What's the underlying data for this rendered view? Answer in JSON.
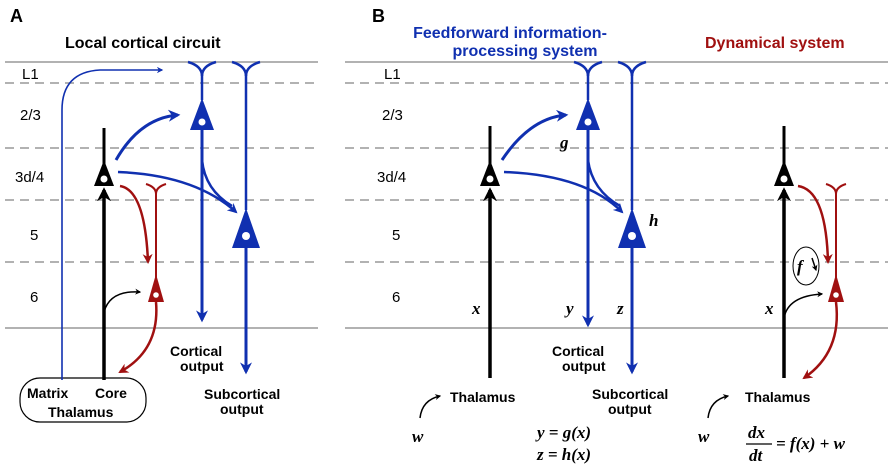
{
  "panel_a": {
    "letter": "A",
    "title": "Local cortical circuit",
    "layers": [
      "L1",
      "2/3",
      "3d/4",
      "5",
      "6"
    ],
    "cortical_output": [
      "Cortical",
      "output"
    ],
    "subcortical_output": [
      "Subcortical",
      "output"
    ],
    "thalamus_box": {
      "matrix": "Matrix",
      "core": "Core",
      "name": "Thalamus"
    }
  },
  "panel_b": {
    "letter": "B",
    "title_ff": [
      "Feedforward information-",
      "processing system"
    ],
    "title_dyn": "Dynamical system",
    "layers": [
      "L1",
      "2/3",
      "3d/4",
      "5",
      "6"
    ],
    "vars": {
      "g": "g",
      "h": "h",
      "x": "x",
      "y": "y",
      "z": "z",
      "f": "f",
      "w": "w"
    },
    "cortical_output": [
      "Cortical",
      "output"
    ],
    "subcortical_output": [
      "Subcortical",
      "output"
    ],
    "thalamus": "Thalamus",
    "eq_y": "y = g(x)",
    "eq_z": "z = h(x)",
    "eq_dyn_num": "dx",
    "eq_dyn_den": "dt",
    "eq_dyn_rhs": "= f(x) + w"
  },
  "colors": {
    "blue": "#1030b0",
    "red": "#a01010",
    "black": "#000000",
    "line": "#999999"
  }
}
